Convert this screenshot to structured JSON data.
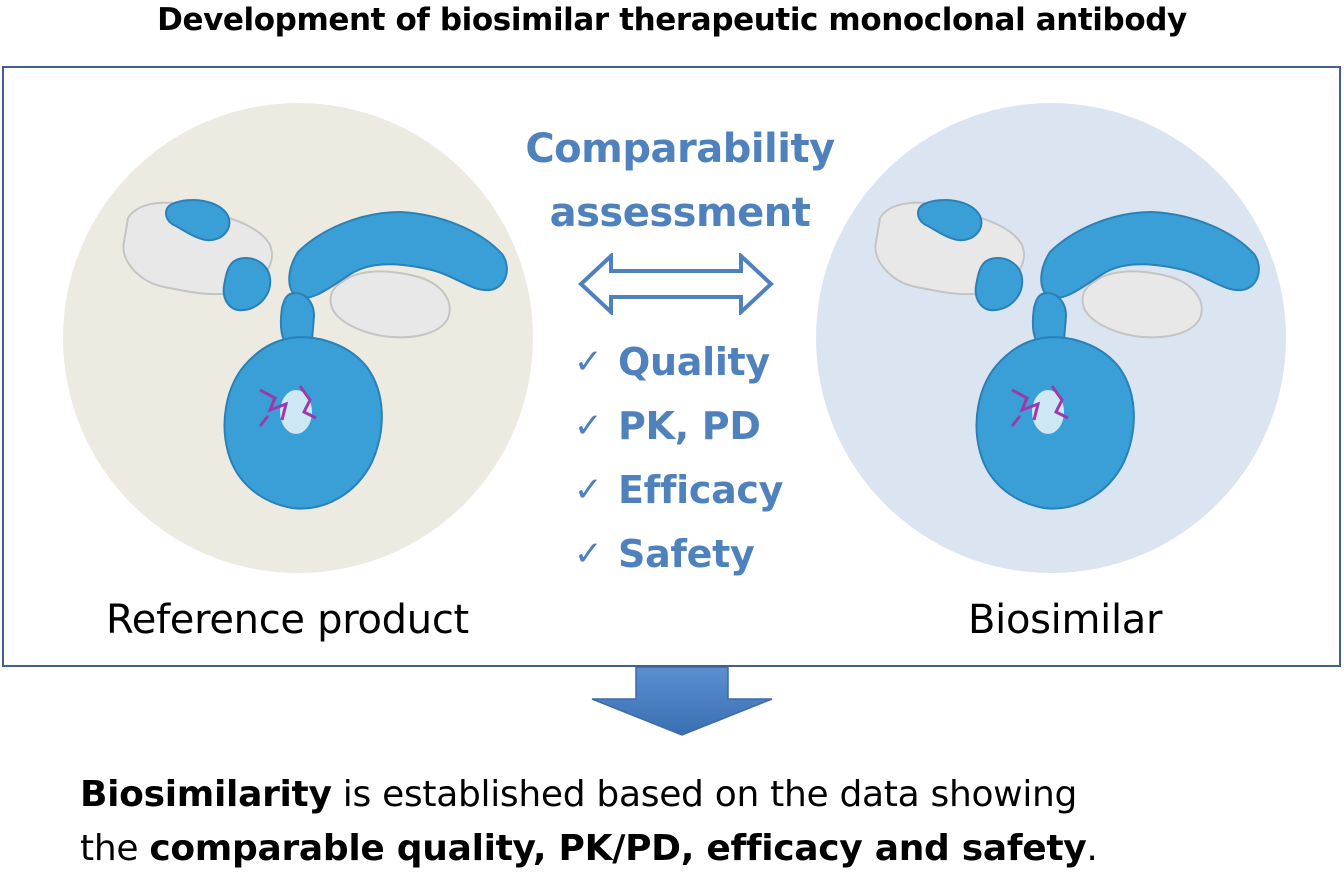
{
  "title": "Development of biosimilar therapeutic monoclonal antibody",
  "comparability": {
    "line1": "Comparability",
    "line2": "assessment"
  },
  "checklist": [
    {
      "label": "Quality"
    },
    {
      "label": "PK, PD"
    },
    {
      "label": "Efficacy"
    },
    {
      "label": "Safety"
    }
  ],
  "check_symbol": "✓",
  "reference": {
    "label": "Reference product",
    "circle_color": "#edebe1"
  },
  "biosimilar": {
    "label": "Biosimilar",
    "circle_color": "#dbe5f1"
  },
  "conclusion": {
    "bold1": "Biosimilarity",
    "text1": " is established based on the data showing",
    "text2": "the ",
    "bold2": "comparable quality, PK/PD, efficacy and safety",
    "text3": "."
  },
  "colors": {
    "accent_blue": "#4f81bd",
    "antibody_heavy_chain": "#3a9fd6",
    "antibody_light_chain": "#e6e6e6",
    "glycan": "#9b3aa8",
    "border": "#41608f"
  }
}
